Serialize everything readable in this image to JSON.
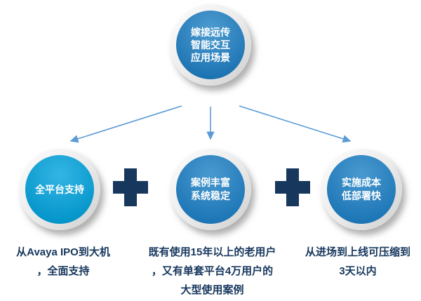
{
  "colors": {
    "top_circle": "#1C80C4",
    "node1_circle": "#00A3DC",
    "node23_circle": "#1C80C4",
    "plus": "#17375D",
    "arrow": "#5B9BD5",
    "caption_text": "#17375D",
    "circle_text": "#FFFFFF"
  },
  "diagram": {
    "root": {
      "lines": [
        "嫁接远传",
        "智能交互",
        "应用场景"
      ]
    },
    "nodes": [
      {
        "circle_lines": [
          "全平台支持"
        ],
        "caption_lines": [
          "从Avaya IPO到大机",
          "，全面支持"
        ]
      },
      {
        "circle_lines": [
          "案例丰富",
          "系统稳定"
        ],
        "caption_lines": [
          "既有使用15年以上的老用户",
          "，又有单套平台4万用户的",
          "大型使用案例"
        ]
      },
      {
        "circle_lines": [
          "实施成本",
          "低部署快"
        ],
        "caption_lines": [
          "从进场到上线可压缩到",
          "3天以内"
        ]
      }
    ]
  }
}
